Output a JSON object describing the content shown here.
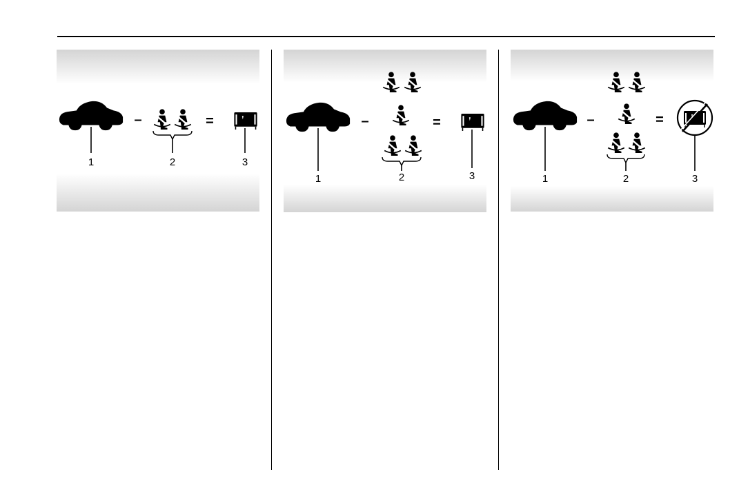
{
  "panels": [
    {
      "callouts": {
        "car": "1",
        "seats": "2",
        "result": "3"
      },
      "operators": {
        "minus": "–",
        "equals": "="
      }
    },
    {
      "callouts": {
        "car": "1",
        "seats": "2",
        "result": "3"
      },
      "operators": {
        "minus": "–",
        "equals": "="
      }
    },
    {
      "callouts": {
        "car": "1",
        "seats": "2",
        "result": "3"
      },
      "operators": {
        "minus": "–",
        "equals": "="
      }
    }
  ],
  "icons": [
    "car-icon",
    "seatbelt-occupant-icon",
    "cargo-storage-icon",
    "prohibited-cargo-icon"
  ]
}
